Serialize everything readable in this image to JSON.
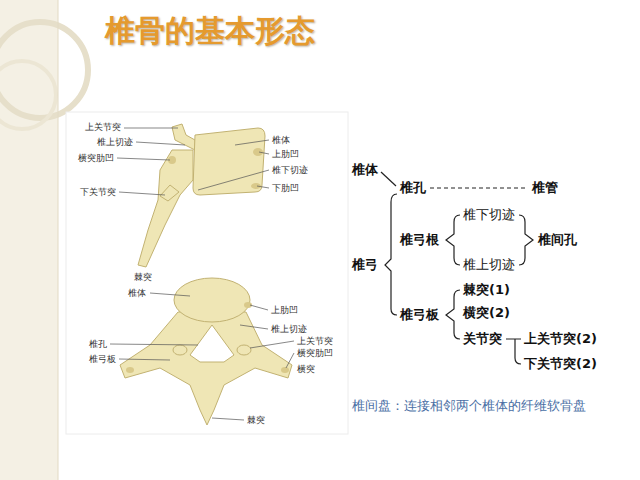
{
  "diagram": {
    "title": "椎骨的基本形态",
    "labels": [
      "上关节突",
      "椎上切迹",
      "横突肋凹",
      "下关节突",
      "椎体",
      "上肋凹",
      "椎下切迹",
      "下肋凹",
      "棘突",
      "椎体",
      "上肋凹",
      "椎孔",
      "椎弓板",
      "椎上切迹",
      "上关节突",
      "横突肋凹",
      "横突",
      "棘突",
      "椎体",
      "椎孔",
      "椎管",
      "椎弓",
      "椎弓根",
      "椎下切迹",
      "椎上切迹",
      "椎间孔",
      "椎弓板",
      "棘突(1)",
      "横突(2)",
      "关节突",
      "上关节突(2)",
      "下关节突(2)",
      "椎间盘：连接相邻两个椎体的纤维软骨盘"
    ]
  }
}
